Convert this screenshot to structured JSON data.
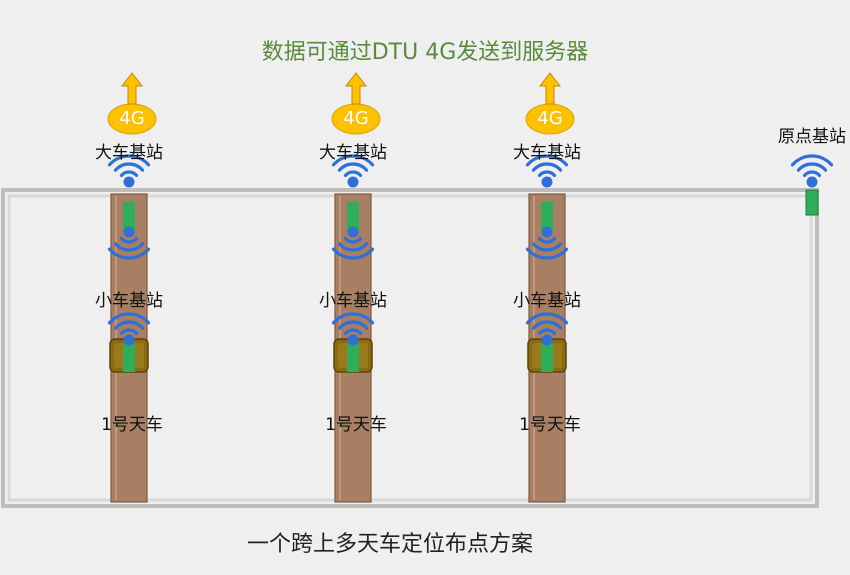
{
  "header": {
    "title": "数据可通过DTU 4G发送到服务器"
  },
  "footer": {
    "title": "一个跨上多天车定位布点方案"
  },
  "colors": {
    "signal": "#2e6fd8",
    "badge_fill": "#ffc000",
    "arrow_fill": "#ffc000",
    "rail": "#c8c8c8",
    "beam": "#a87f63",
    "module": "#2fae5a",
    "trolley": "#8b6a10",
    "header_text": "#5a8a3c"
  },
  "cranes": [
    {
      "badge": "4G",
      "crane_station_label": "大车基站",
      "trolley_station_label": "小车基站",
      "crane_name": "1号天车"
    },
    {
      "badge": "4G",
      "crane_station_label": "大车基站",
      "trolley_station_label": "小车基站",
      "crane_name": "1号天车"
    },
    {
      "badge": "4G",
      "crane_station_label": "大车基站",
      "trolley_station_label": "小车基站",
      "crane_name": "1号天车"
    }
  ],
  "origin": {
    "label": "原点基站"
  },
  "icons": [
    "up-arrow-icon",
    "4g-badge",
    "wifi-signal-icon"
  ]
}
